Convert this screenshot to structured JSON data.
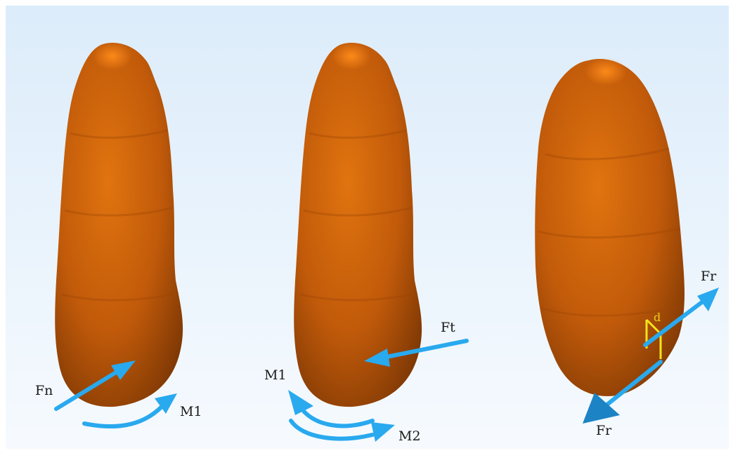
{
  "panels": [
    {
      "id": "panel-1",
      "force_label": "Fn",
      "moment_labels": [
        "M1"
      ]
    },
    {
      "id": "panel-2",
      "force_label": "Ft",
      "moment_labels": [
        "M1",
        "M2"
      ]
    },
    {
      "id": "panel-3",
      "force_labels": [
        "Fr",
        "Fr"
      ],
      "distance_label": "d"
    }
  ],
  "colors": {
    "background_top": "#dfeefb",
    "background_bottom": "#f4f9fe",
    "body_light": "#f07b12",
    "body_mid": "#c85e0a",
    "body_dark": "#8a3d05",
    "arrow": "#29a9ee",
    "arrow_dark": "#1c84c4",
    "marker": "#f5e31c"
  }
}
